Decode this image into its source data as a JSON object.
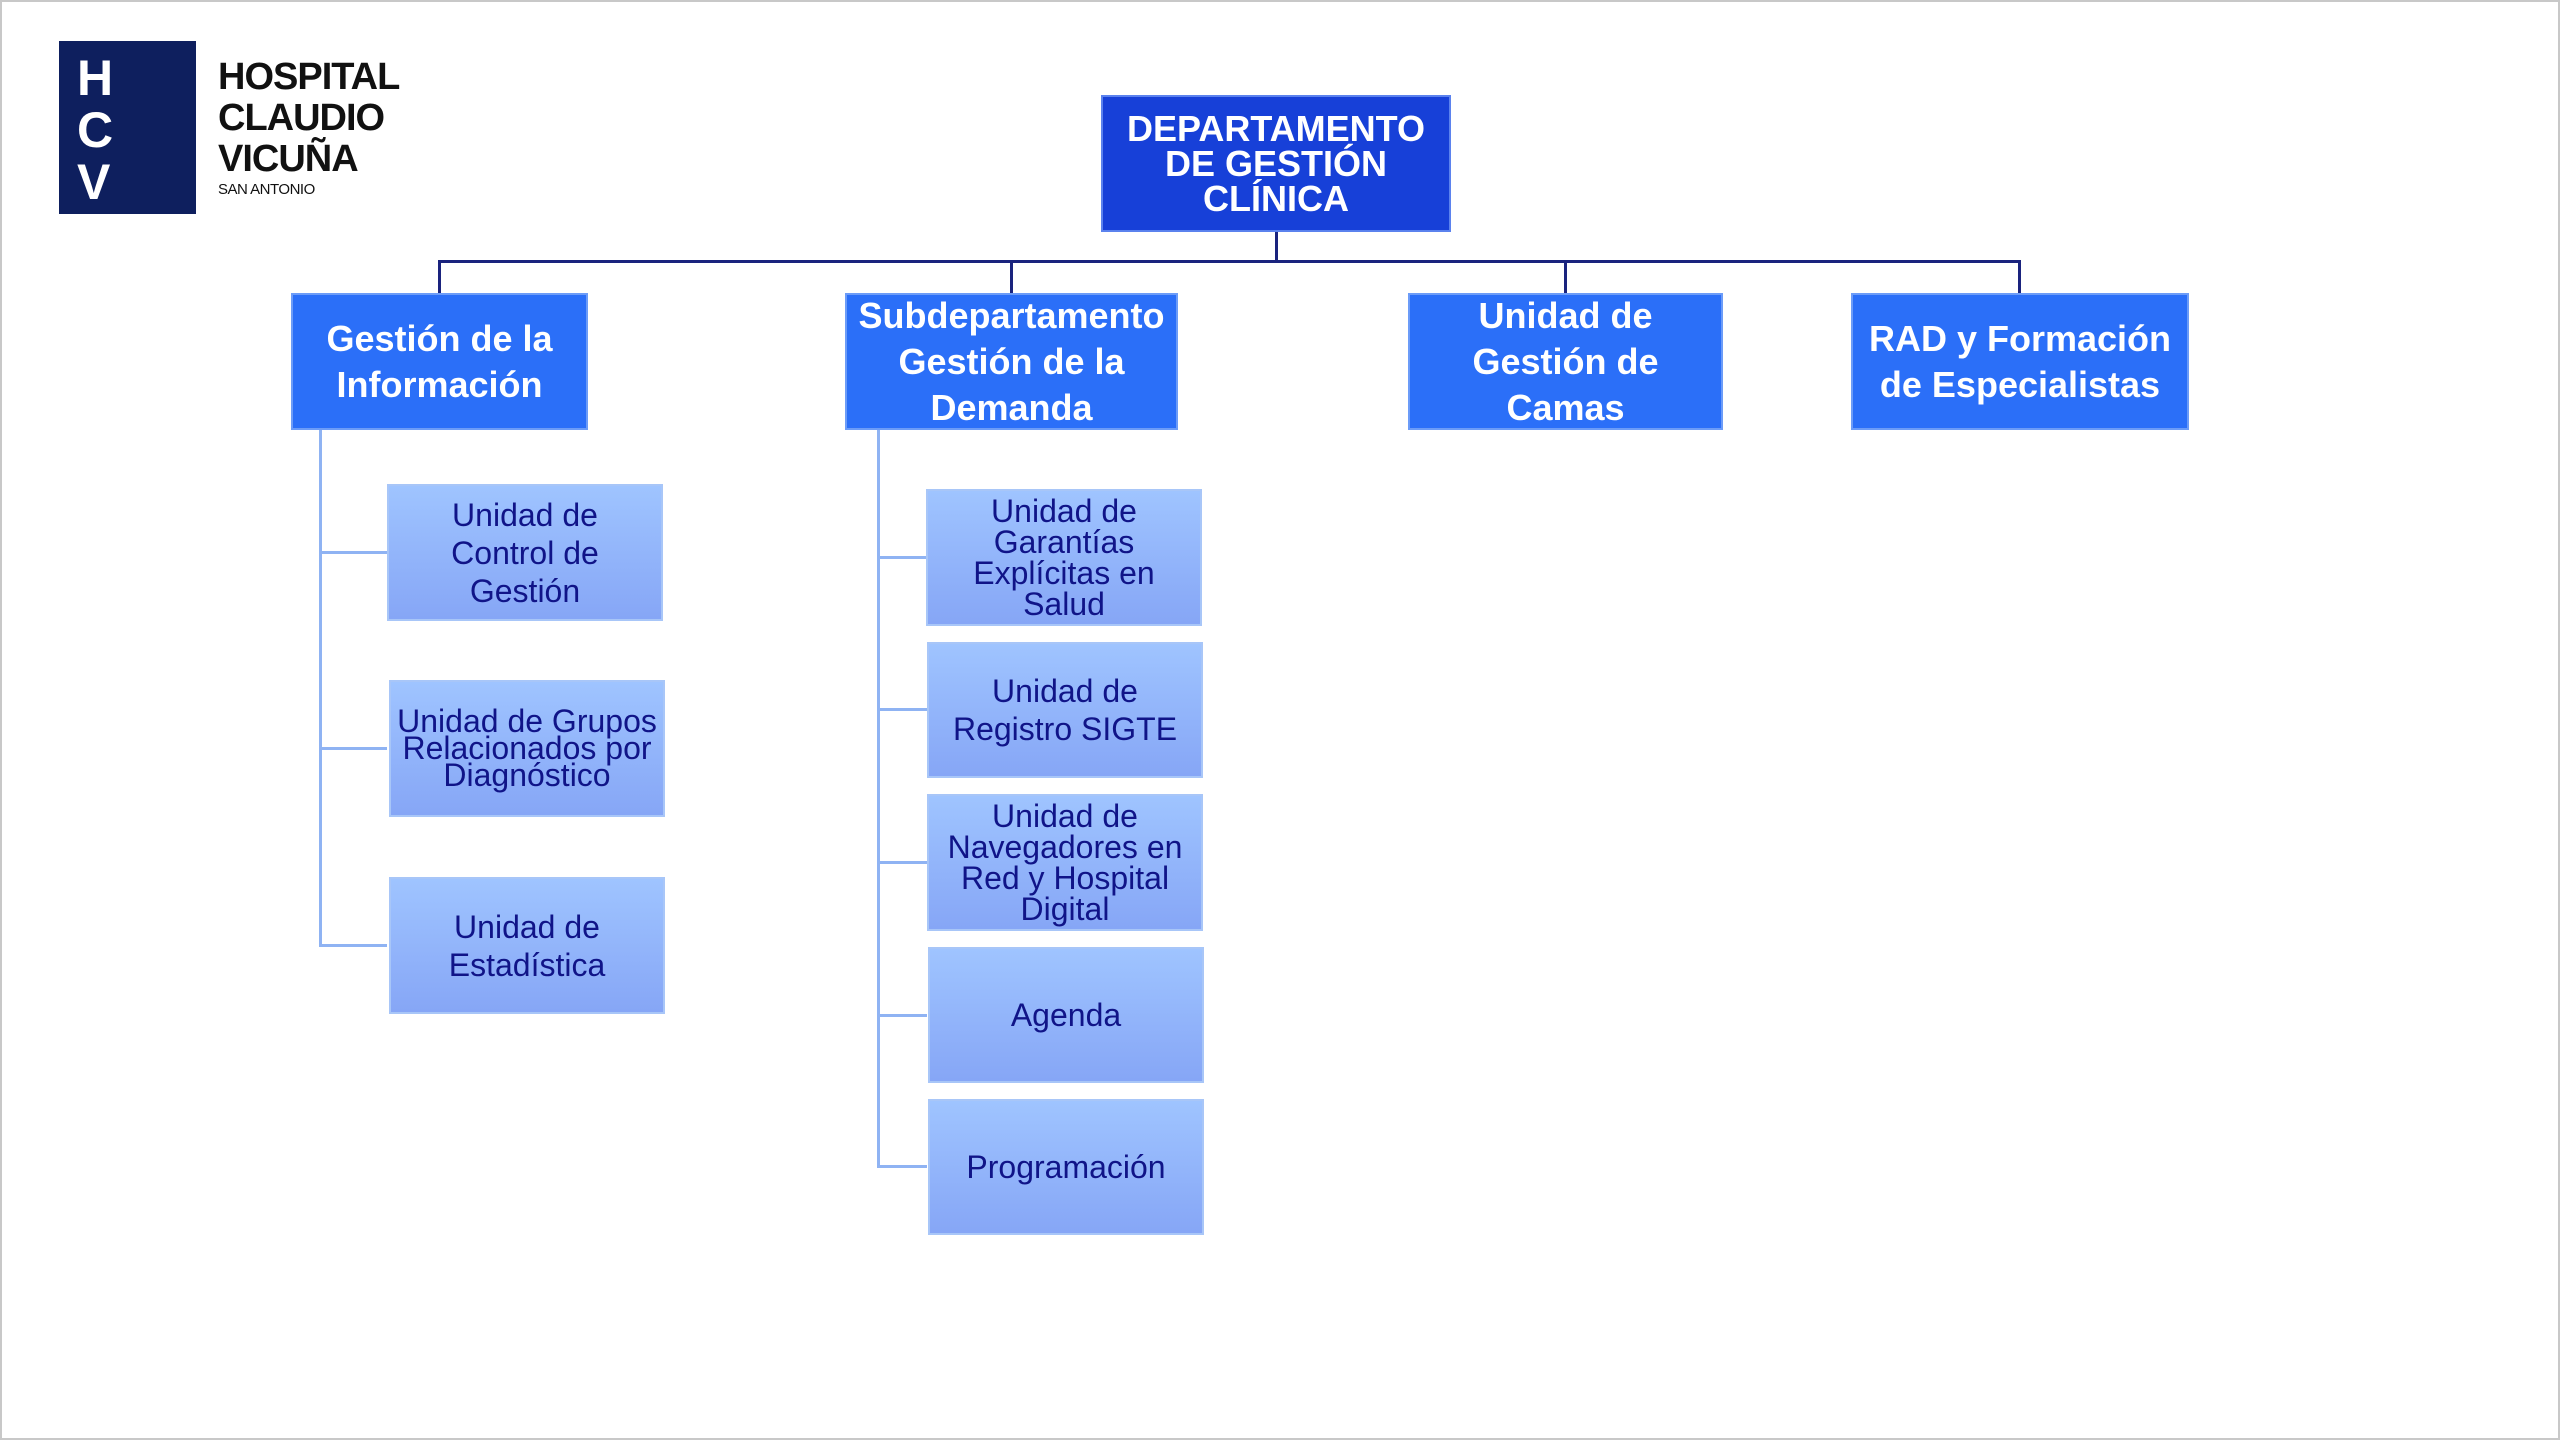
{
  "logo": {
    "letters": [
      "H",
      "C",
      "V"
    ],
    "lines": [
      "HOSPITAL",
      "CLAUDIO",
      "VICUÑA"
    ],
    "subtitle": "SAN ANTONIO"
  },
  "root": {
    "label": "DEPARTAMENTO DE GESTIÓN CLÍNICA"
  },
  "units": [
    {
      "label": "Gestión de la Información",
      "children": [
        "Unidad de Control de Gestión",
        "Unidad de Grupos Relacionados por Diagnóstico",
        "Unidad de Estadística"
      ]
    },
    {
      "label": "Subdepartamento Gestión de la Demanda",
      "children": [
        "Unidad de Garantías Explícitas en Salud",
        "Unidad de Registro SIGTE",
        "Unidad de Navegadores en Red y Hospital Digital",
        "Agenda",
        "Programación"
      ]
    },
    {
      "label": "Unidad de Gestión de Camas",
      "children": []
    },
    {
      "label": "RAD y Formación de Especialistas",
      "children": []
    }
  ],
  "colors": {
    "root": "#1740d8",
    "level1": "#2b6ff8",
    "child_top": "#9fc4ff",
    "child_bottom": "#86a6f6",
    "child_text": "#101488",
    "logo": "#0e1f5e"
  }
}
